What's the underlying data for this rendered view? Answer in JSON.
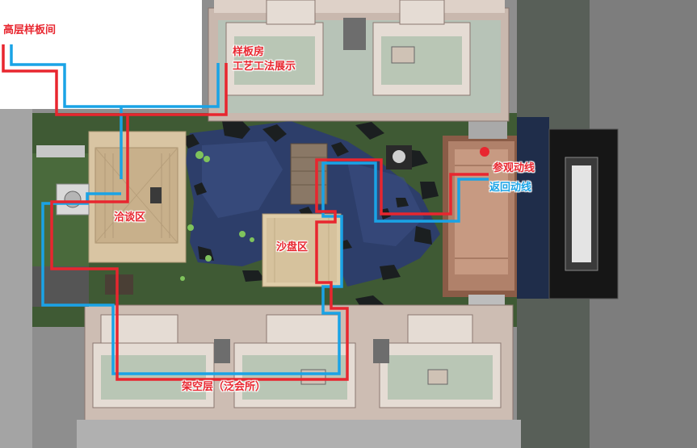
{
  "labels": {
    "highrise_showroom": "高层样板间",
    "showroom_line1": "样板房",
    "showroom_line2": "工艺工法展示",
    "negotiation_area": "洽谈区",
    "sandtable_area": "沙盘区",
    "clubhouse": "架空层（泛会所）",
    "visit_route": "参观动线",
    "return_route": "返回动线"
  },
  "colors": {
    "visit_route": "#e8262f",
    "return_route": "#1aa3e6",
    "start_marker": "#e8262f"
  }
}
